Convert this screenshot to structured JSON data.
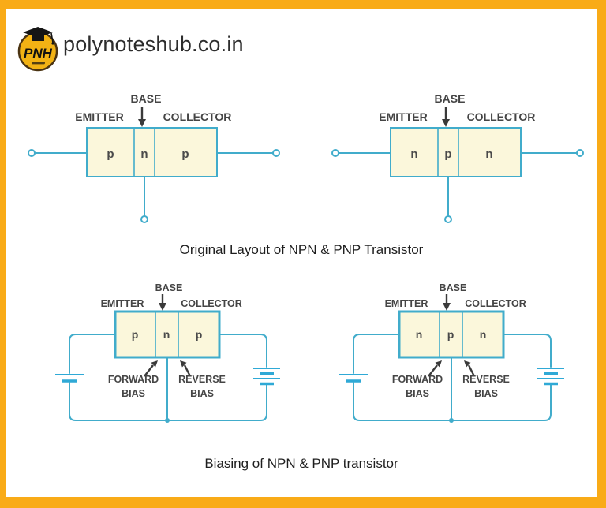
{
  "header": {
    "site": "polynoteshub.co.in",
    "logo_text": "PNH"
  },
  "captions": {
    "layout": "Original Layout of NPN & PNP Transistor",
    "biasing": "Biasing of NPN & PNP transistor"
  },
  "labels": {
    "emitter": "EMITTER",
    "base": "BASE",
    "collector": "COLLECTOR",
    "forward_line1": "FORWARD",
    "forward_line2": "BIAS",
    "reverse_line1": "REVERSE",
    "reverse_line2": "BIAS"
  },
  "diagrams": {
    "layout_pnp": {
      "regions": [
        "p",
        "n",
        "p"
      ]
    },
    "layout_npn": {
      "regions": [
        "n",
        "p",
        "n"
      ]
    },
    "biasing_pnp": {
      "regions": [
        "p",
        "n",
        "p"
      ]
    },
    "biasing_npn": {
      "regions": [
        "n",
        "p",
        "n"
      ]
    }
  },
  "colors": {
    "frame": "#F9AB17",
    "diagram_line": "#41ACCB",
    "box_fill": "#FBF7DB",
    "label_gray": "#454545",
    "caption_text": "#1E1E1E",
    "logo_yellow": "#F2B214"
  }
}
